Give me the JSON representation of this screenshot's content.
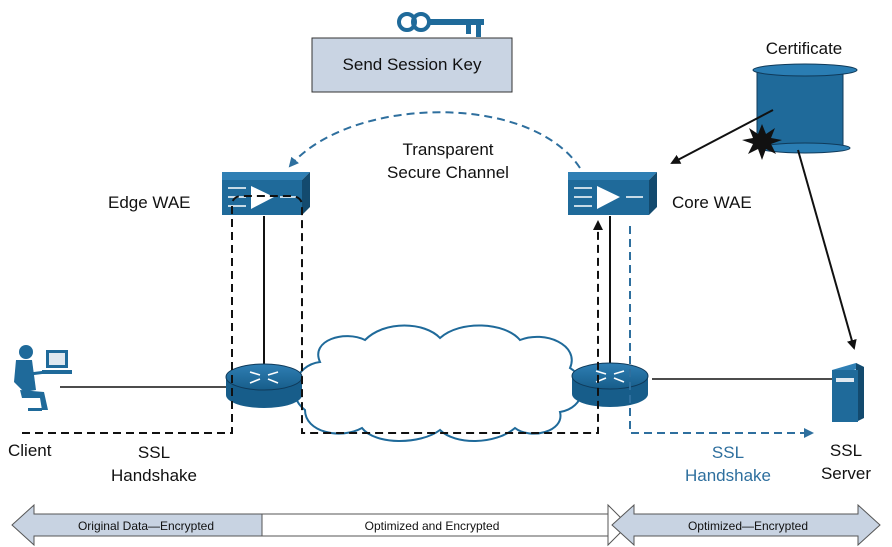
{
  "session_key": {
    "label": "Send Session Key"
  },
  "certificate": {
    "label": "Certificate"
  },
  "channel": {
    "line1": "Transparent",
    "line2": "Secure Channel"
  },
  "edge_wae": {
    "label": "Edge WAE"
  },
  "core_wae": {
    "label": "Core WAE"
  },
  "client": {
    "label": "Client"
  },
  "server": {
    "line1": "SSL",
    "line2": "Server"
  },
  "handshake_left": {
    "line1": "SSL",
    "line2": "Handshake"
  },
  "handshake_right": {
    "line1": "SSL",
    "line2": "Handshake"
  },
  "bottom_bar": {
    "left": "Original Data—Encrypted",
    "middle": "Optimized and Encrypted",
    "right": "Optimized—Encrypted"
  },
  "colors": {
    "device": "#1f6a9a",
    "device_dark": "#134a6e",
    "accent_blue": "#2e6f9e",
    "box_fill": "#c9d4e3",
    "bar_fill": "#c8d3e2"
  }
}
